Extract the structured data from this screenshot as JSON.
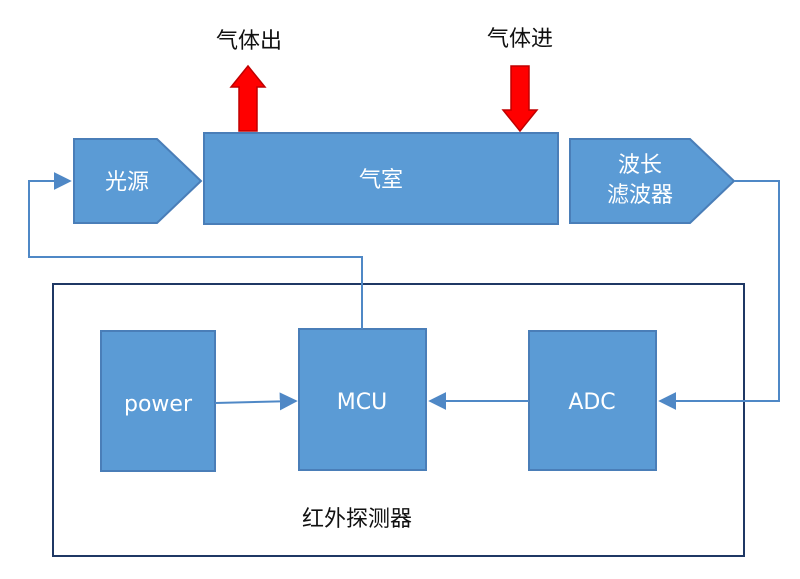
{
  "colors": {
    "box_fill": "#5B9BD5",
    "box_stroke": "#4A7EB8",
    "line": "#4F88C6",
    "arrow_red": "#FF0000",
    "text_light": "#FFFFFF",
    "text_dark": "#111111"
  },
  "labels": {
    "gas_out": "气体出",
    "gas_in": "气体进",
    "light_source": "光源",
    "gas_chamber": "气室",
    "filter_line1": "波长",
    "filter_line2": "滤波器",
    "power": "power",
    "mcu": "MCU",
    "adc": "ADC",
    "detector": "红外探测器"
  }
}
